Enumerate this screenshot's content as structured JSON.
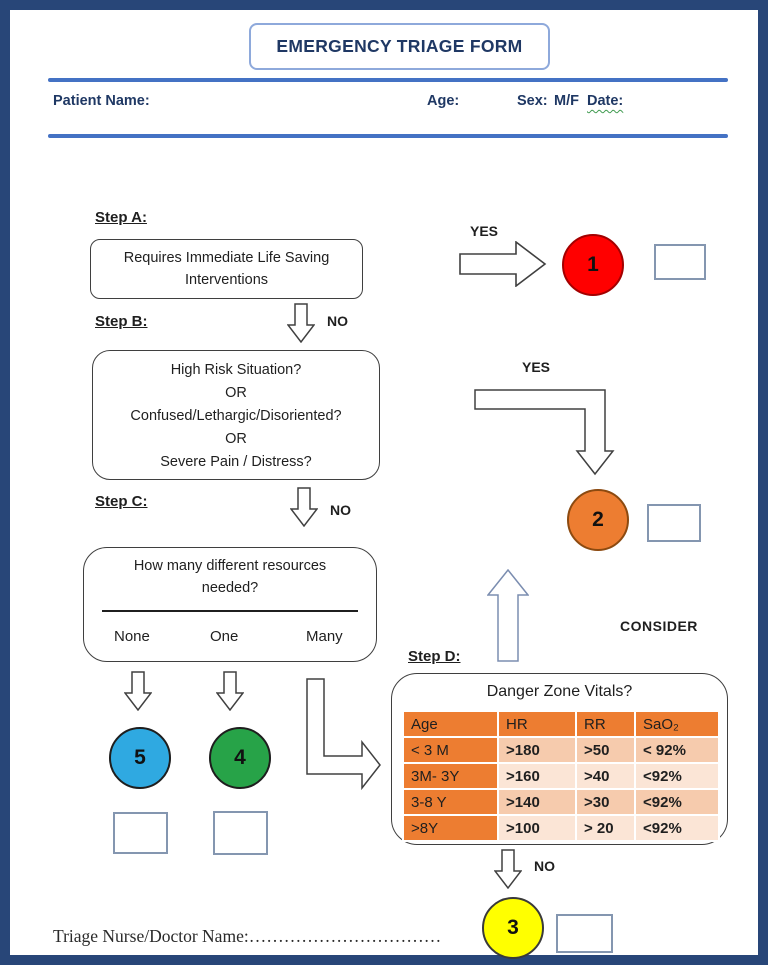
{
  "header": {
    "title": "EMERGENCY TRIAGE FORM",
    "patient_name_label": "Patient Name:",
    "age_label": "Age:",
    "sex_label": "Sex:",
    "sex_value": "M/F",
    "date_label": "Date:"
  },
  "flow": {
    "step_a": {
      "label": "Step A:",
      "line1": "Requires Immediate Life Saving",
      "line2": "Interventions"
    },
    "step_b": {
      "label": "Step B:",
      "lines": [
        "High Risk Situation?",
        "OR",
        "Confused/Lethargic/Disoriented?",
        "OR",
        "Severe Pain / Distress?"
      ]
    },
    "step_c": {
      "label": "Step C:",
      "question_line1": "How many different resources",
      "question_line2": "needed?",
      "option_none": "None",
      "option_one": "One",
      "option_many": "Many"
    },
    "step_d": {
      "label": "Step D:",
      "table_title": "Danger Zone Vitals?",
      "table": {
        "headers": [
          "Age",
          "HR",
          "RR",
          "SaO₂"
        ],
        "rows": [
          [
            "< 3 M",
            ">180",
            ">50",
            "< 92%"
          ],
          [
            "3M- 3Y",
            ">160",
            ">40",
            "<92%"
          ],
          [
            "3-8 Y",
            ">140",
            ">30",
            "<92%"
          ],
          [
            ">8Y",
            ">100",
            "> 20",
            "<92%"
          ]
        ]
      }
    },
    "labels": {
      "yes_a": "YES",
      "no_a": "NO",
      "yes_b": "YES",
      "no_b": "NO",
      "no_d": "NO",
      "consider": "CONSIDER"
    }
  },
  "triage_levels": [
    {
      "number": "1",
      "color": "#FF0000"
    },
    {
      "number": "2",
      "color": "#ED7D31"
    },
    {
      "number": "3",
      "color": "#FFFF00"
    },
    {
      "number": "4",
      "color": "#27A348"
    },
    {
      "number": "5",
      "color": "#2FA9E1"
    }
  ],
  "footer": {
    "nurse_label": "Triage Nurse/Doctor Name:……………………………"
  },
  "colors": {
    "page_border": "#284678",
    "accent_blue": "#4472C4",
    "navy_text": "#1F3864",
    "title_border": "#8EA9DB",
    "orange_accent": "#ED7D31",
    "table_band_dark": "#F6CBAD",
    "table_band_light": "#FBE5D6",
    "score_box_border": "#8496B0"
  }
}
